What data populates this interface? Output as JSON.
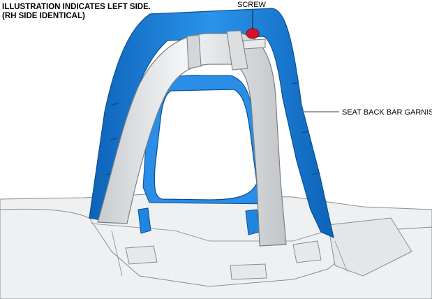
{
  "note": {
    "line1": "ILLUSTRATION INDICATES LEFT SIDE.",
    "line2": "(RH SIDE IDENTICAL)"
  },
  "callouts": {
    "screw": "SCREW",
    "garnish": "SEAT BACK BAR GARNISH"
  },
  "colors": {
    "garnish": "#1f86e0",
    "garnish_dark": "#0b5fb3",
    "screw": "#d4142a",
    "bar": "#e2e4e6",
    "body_panel": "#eceef0",
    "outline": "#6f7276"
  }
}
